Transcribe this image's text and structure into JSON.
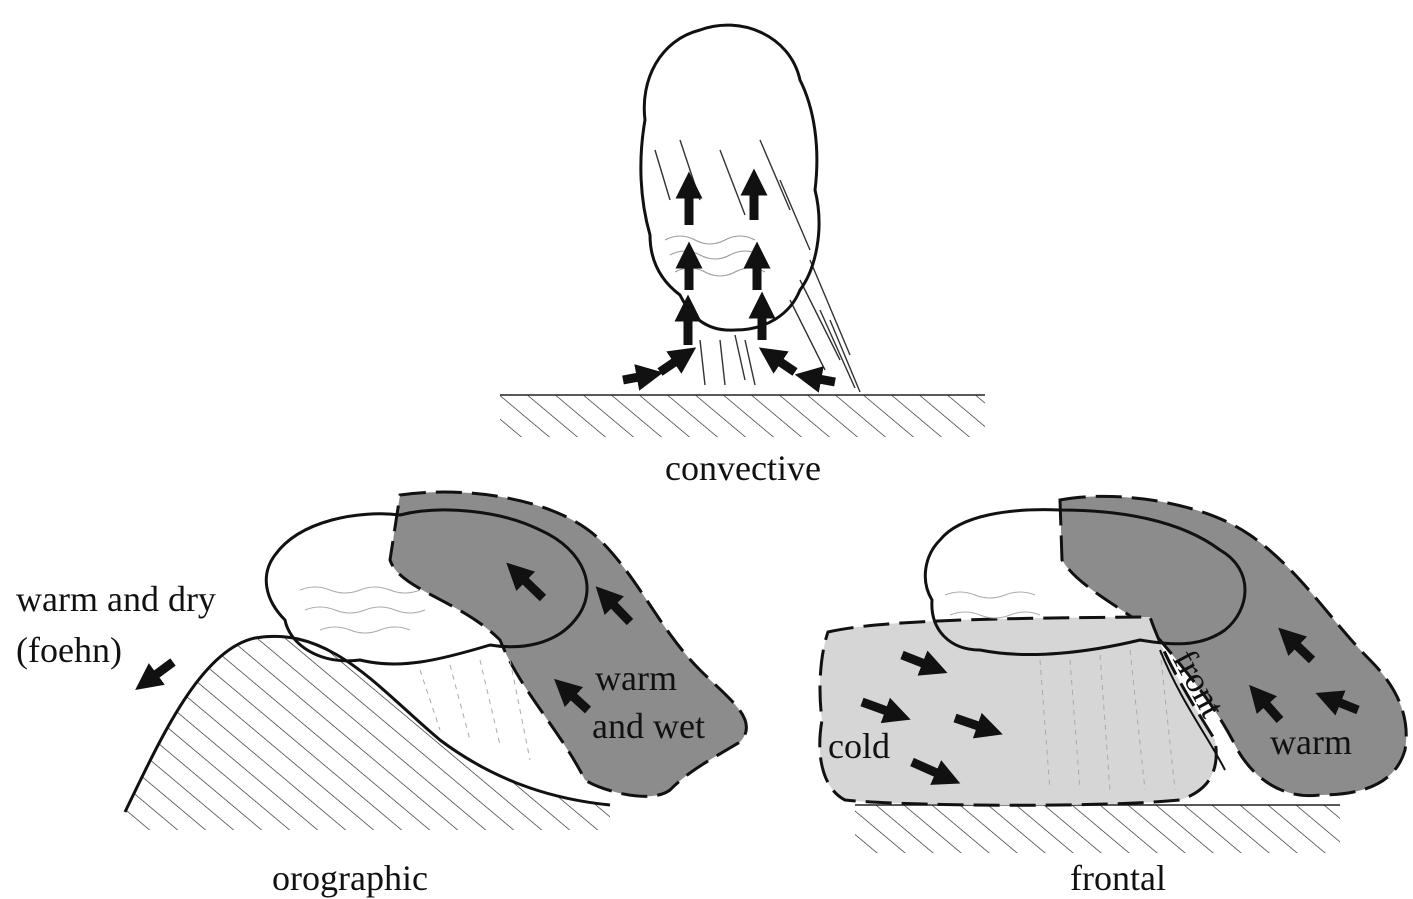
{
  "panels": {
    "convective": {
      "caption": "convective"
    },
    "orographic": {
      "caption": "orographic",
      "lee_label_line1": "warm and dry",
      "lee_label_line2": "(foehn)",
      "windward_label_line1": "warm",
      "windward_label_line2": "and wet"
    },
    "frontal": {
      "caption": "frontal",
      "cold_label": "cold",
      "warm_label": "warm",
      "front_label": "front"
    }
  },
  "colors": {
    "ink": "#111111",
    "warm_air_fill": "#8c8c8c",
    "cold_air_fill": "#d6d6d6",
    "background": "#ffffff"
  }
}
